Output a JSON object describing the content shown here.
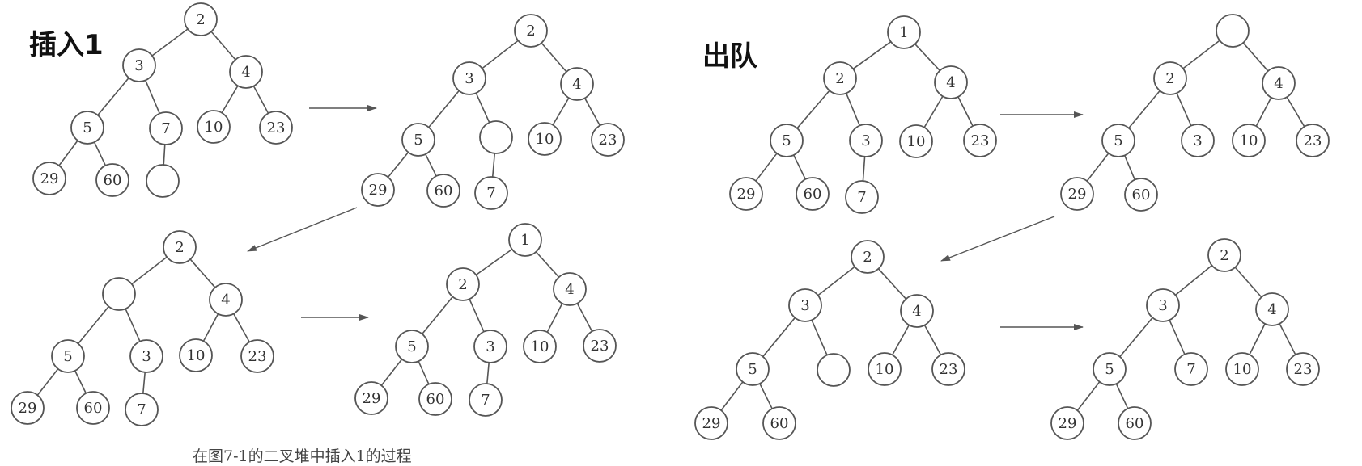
{
  "titles": {
    "insert": "插入1",
    "dequeue": "出队"
  },
  "caption": "在图7-1的二叉堆中插入1的过程",
  "diagrams": {
    "insert_step1": {
      "nodes": [
        {
          "id": "r",
          "label": "2"
        },
        {
          "id": "a",
          "label": "3"
        },
        {
          "id": "b",
          "label": "4"
        },
        {
          "id": "c",
          "label": "5"
        },
        {
          "id": "d",
          "label": "7"
        },
        {
          "id": "e",
          "label": "10"
        },
        {
          "id": "f",
          "label": "23"
        },
        {
          "id": "g",
          "label": "29"
        },
        {
          "id": "h",
          "label": "60"
        },
        {
          "id": "i",
          "label": ""
        }
      ],
      "edges": [
        [
          "r",
          "a"
        ],
        [
          "r",
          "b"
        ],
        [
          "a",
          "c"
        ],
        [
          "a",
          "d"
        ],
        [
          "b",
          "e"
        ],
        [
          "b",
          "f"
        ],
        [
          "c",
          "g"
        ],
        [
          "c",
          "h"
        ],
        [
          "d",
          "i"
        ]
      ]
    },
    "insert_step2": {
      "nodes": [
        {
          "id": "r",
          "label": "2"
        },
        {
          "id": "a",
          "label": "3"
        },
        {
          "id": "b",
          "label": "4"
        },
        {
          "id": "c",
          "label": "5"
        },
        {
          "id": "d",
          "label": ""
        },
        {
          "id": "e",
          "label": "10"
        },
        {
          "id": "f",
          "label": "23"
        },
        {
          "id": "g",
          "label": "29"
        },
        {
          "id": "h",
          "label": "60"
        },
        {
          "id": "i",
          "label": "7"
        }
      ],
      "edges": [
        [
          "r",
          "a"
        ],
        [
          "r",
          "b"
        ],
        [
          "a",
          "c"
        ],
        [
          "a",
          "d"
        ],
        [
          "b",
          "e"
        ],
        [
          "b",
          "f"
        ],
        [
          "c",
          "g"
        ],
        [
          "c",
          "h"
        ],
        [
          "d",
          "i"
        ]
      ]
    },
    "insert_step3": {
      "nodes": [
        {
          "id": "r",
          "label": "2"
        },
        {
          "id": "a",
          "label": ""
        },
        {
          "id": "b",
          "label": "4"
        },
        {
          "id": "c",
          "label": "5"
        },
        {
          "id": "d",
          "label": "3"
        },
        {
          "id": "e",
          "label": "10"
        },
        {
          "id": "f",
          "label": "23"
        },
        {
          "id": "g",
          "label": "29"
        },
        {
          "id": "h",
          "label": "60"
        },
        {
          "id": "i",
          "label": "7"
        }
      ],
      "edges": [
        [
          "r",
          "a"
        ],
        [
          "r",
          "b"
        ],
        [
          "a",
          "c"
        ],
        [
          "a",
          "d"
        ],
        [
          "b",
          "e"
        ],
        [
          "b",
          "f"
        ],
        [
          "c",
          "g"
        ],
        [
          "c",
          "h"
        ],
        [
          "d",
          "i"
        ]
      ]
    },
    "insert_step4": {
      "nodes": [
        {
          "id": "r",
          "label": "1"
        },
        {
          "id": "a",
          "label": "2"
        },
        {
          "id": "b",
          "label": "4"
        },
        {
          "id": "c",
          "label": "5"
        },
        {
          "id": "d",
          "label": "3"
        },
        {
          "id": "e",
          "label": "10"
        },
        {
          "id": "f",
          "label": "23"
        },
        {
          "id": "g",
          "label": "29"
        },
        {
          "id": "h",
          "label": "60"
        },
        {
          "id": "i",
          "label": "7"
        }
      ],
      "edges": [
        [
          "r",
          "a"
        ],
        [
          "r",
          "b"
        ],
        [
          "a",
          "c"
        ],
        [
          "a",
          "d"
        ],
        [
          "b",
          "e"
        ],
        [
          "b",
          "f"
        ],
        [
          "c",
          "g"
        ],
        [
          "c",
          "h"
        ],
        [
          "d",
          "i"
        ]
      ]
    },
    "dequeue_step1": {
      "nodes": [
        {
          "id": "r",
          "label": "1"
        },
        {
          "id": "a",
          "label": "2"
        },
        {
          "id": "b",
          "label": "4"
        },
        {
          "id": "c",
          "label": "5"
        },
        {
          "id": "d",
          "label": "3"
        },
        {
          "id": "e",
          "label": "10"
        },
        {
          "id": "f",
          "label": "23"
        },
        {
          "id": "g",
          "label": "29"
        },
        {
          "id": "h",
          "label": "60"
        },
        {
          "id": "i",
          "label": "7"
        }
      ],
      "edges": [
        [
          "r",
          "a"
        ],
        [
          "r",
          "b"
        ],
        [
          "a",
          "c"
        ],
        [
          "a",
          "d"
        ],
        [
          "b",
          "e"
        ],
        [
          "b",
          "f"
        ],
        [
          "c",
          "g"
        ],
        [
          "c",
          "h"
        ],
        [
          "d",
          "i"
        ]
      ]
    },
    "dequeue_step2": {
      "nodes": [
        {
          "id": "r",
          "label": ""
        },
        {
          "id": "a",
          "label": "2"
        },
        {
          "id": "b",
          "label": "4"
        },
        {
          "id": "c",
          "label": "5"
        },
        {
          "id": "d",
          "label": "3"
        },
        {
          "id": "e",
          "label": "10"
        },
        {
          "id": "f",
          "label": "23"
        },
        {
          "id": "g",
          "label": "29"
        },
        {
          "id": "h",
          "label": "60"
        }
      ],
      "edges": [
        [
          "r",
          "a"
        ],
        [
          "r",
          "b"
        ],
        [
          "a",
          "c"
        ],
        [
          "a",
          "d"
        ],
        [
          "b",
          "e"
        ],
        [
          "b",
          "f"
        ],
        [
          "c",
          "g"
        ],
        [
          "c",
          "h"
        ]
      ]
    },
    "dequeue_step3": {
      "nodes": [
        {
          "id": "r",
          "label": "2"
        },
        {
          "id": "a",
          "label": "3"
        },
        {
          "id": "b",
          "label": "4"
        },
        {
          "id": "c",
          "label": "5"
        },
        {
          "id": "d",
          "label": ""
        },
        {
          "id": "e",
          "label": "10"
        },
        {
          "id": "f",
          "label": "23"
        },
        {
          "id": "g",
          "label": "29"
        },
        {
          "id": "h",
          "label": "60"
        }
      ],
      "edges": [
        [
          "r",
          "a"
        ],
        [
          "r",
          "b"
        ],
        [
          "a",
          "c"
        ],
        [
          "a",
          "d"
        ],
        [
          "b",
          "e"
        ],
        [
          "b",
          "f"
        ],
        [
          "c",
          "g"
        ],
        [
          "c",
          "h"
        ]
      ]
    },
    "dequeue_step4": {
      "nodes": [
        {
          "id": "r",
          "label": "2"
        },
        {
          "id": "a",
          "label": "3"
        },
        {
          "id": "b",
          "label": "4"
        },
        {
          "id": "c",
          "label": "5"
        },
        {
          "id": "d",
          "label": "7"
        },
        {
          "id": "e",
          "label": "10"
        },
        {
          "id": "f",
          "label": "23"
        },
        {
          "id": "g",
          "label": "29"
        },
        {
          "id": "h",
          "label": "60"
        }
      ],
      "edges": [
        [
          "r",
          "a"
        ],
        [
          "r",
          "b"
        ],
        [
          "a",
          "c"
        ],
        [
          "a",
          "d"
        ],
        [
          "b",
          "e"
        ],
        [
          "b",
          "f"
        ],
        [
          "c",
          "g"
        ],
        [
          "c",
          "h"
        ]
      ]
    }
  },
  "colors": {
    "stroke": "#555555",
    "text": "#333333",
    "title": "#111111"
  }
}
